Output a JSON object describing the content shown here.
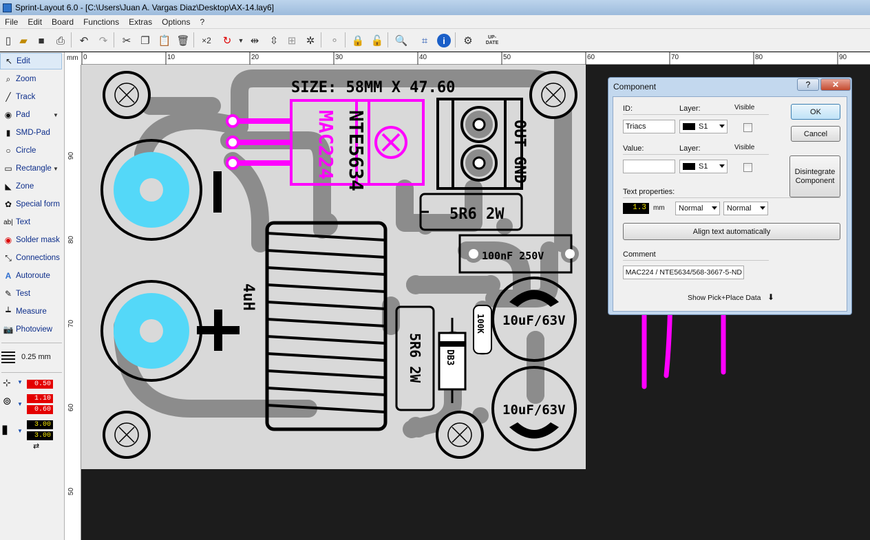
{
  "window": {
    "title": "Sprint-Layout 6.0 - [C:\\Users\\Juan A. Vargas Diaz\\Desktop\\AX-14.lay6]"
  },
  "menu": [
    "File",
    "Edit",
    "Board",
    "Functions",
    "Extras",
    "Options",
    "?"
  ],
  "toolbar": {
    "update_label": "UP-DATE"
  },
  "sidebar": {
    "tools": [
      {
        "label": "Edit",
        "icon": "cursor-icon"
      },
      {
        "label": "Zoom",
        "icon": "zoom-icon"
      },
      {
        "label": "Track",
        "icon": "track-icon"
      },
      {
        "label": "Pad",
        "icon": "pad-icon"
      },
      {
        "label": "SMD-Pad",
        "icon": "smd-pad-icon"
      },
      {
        "label": "Circle",
        "icon": "circle-icon"
      },
      {
        "label": "Rectangle",
        "icon": "rectangle-icon"
      },
      {
        "label": "Zone",
        "icon": "zone-icon"
      },
      {
        "label": "Special form",
        "icon": "special-form-icon"
      },
      {
        "label": "Text",
        "icon": "text-icon"
      },
      {
        "label": "Solder mask",
        "icon": "solder-mask-icon"
      },
      {
        "label": "Connections",
        "icon": "connections-icon"
      },
      {
        "label": "Autoroute",
        "icon": "autoroute-icon"
      },
      {
        "label": "Test",
        "icon": "test-icon"
      },
      {
        "label": "Measure",
        "icon": "measure-icon"
      },
      {
        "label": "Photoview",
        "icon": "photoview-icon"
      }
    ],
    "grid": "0.25 mm",
    "track_width": "0.50",
    "pad_outer": "1.10",
    "pad_inner": "0.60",
    "smd_w": "3.00",
    "smd_h": "3.00"
  },
  "ruler": {
    "unit": "mm",
    "top_ticks": [
      "0",
      "10",
      "20",
      "30",
      "40",
      "50",
      "60",
      "70",
      "80",
      "90"
    ],
    "left_ticks": [
      "90",
      "80",
      "70",
      "60",
      "50"
    ]
  },
  "board": {
    "size_text": "SIZE: 58MM X 47.60",
    "nte_label": "NTE5634",
    "mac_label": "MAC224",
    "terminal_label": "OUT GND",
    "res1_label": "5R6 2W",
    "cap_label": "100nF 250V",
    "inductor_label": "4uH",
    "res2_label": "5R6 2W",
    "res3_label": "100K",
    "diac_label": "DB3",
    "elcap1_label": "10uF/63V",
    "elcap2_label": "10uF/63V",
    "minus": "−",
    "plus": "+"
  },
  "dialog": {
    "title": "Component",
    "help": "?",
    "close": "✕",
    "id_label": "ID:",
    "layer_label": "Layer:",
    "visible_label": "Visible",
    "id_value": "Triacs",
    "id_layer": "S1",
    "value_label": "Value:",
    "value_value": "",
    "value_layer": "S1",
    "text_props_label": "Text properties:",
    "text_height": "1.3",
    "text_unit": "mm",
    "style1": "Normal",
    "style2": "Normal",
    "align_button": "Align text automatically",
    "comment_label": "Comment",
    "comment_value": "MAC224 / NTE5634/568-3667-5-ND",
    "show_pick": "Show Pick+Place Data",
    "ok": "OK",
    "cancel": "Cancel",
    "disintegrate": "Disintegrate Component"
  },
  "colors": {
    "board_bg": "#d9d9d9",
    "copper": "#8c8c8c",
    "silk": "#000000",
    "highlight": "#ff00ff",
    "pad_cyan": "#54d8f8"
  }
}
